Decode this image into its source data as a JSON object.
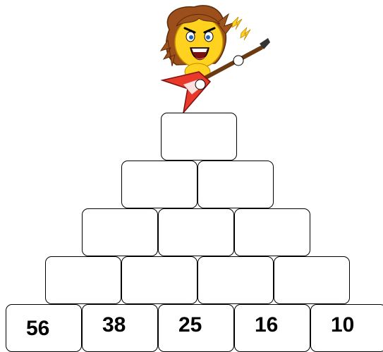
{
  "pyramid": {
    "rows": [
      [
        ""
      ],
      [
        "",
        ""
      ],
      [
        "",
        "",
        ""
      ],
      [
        "",
        "",
        "",
        ""
      ],
      [
        "56",
        "38",
        "25",
        "16",
        "10"
      ]
    ]
  },
  "mascot": {
    "icon": "rock-guitarist-smiley-icon",
    "colors": {
      "face": "#ffd21f",
      "hair": "#a0521b",
      "guitar": "#e8392a",
      "lightning": "#ffd21f"
    }
  }
}
